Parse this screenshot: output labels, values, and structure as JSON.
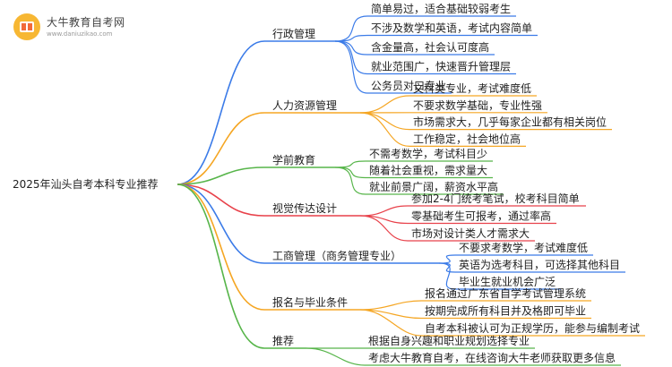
{
  "brand": {
    "title": "大牛教育自考网",
    "url": "www.daniuzikao.com"
  },
  "mindmap": {
    "root": "2025年汕头自考本科专业推荐",
    "branches": [
      {
        "label": "行政管理",
        "color": "#3b7be8",
        "leaves": [
          "简单易过，适合基础较弱考生",
          "不涉及数学和英语，考试内容简单",
          "含金量高，社会认可度高",
          "就业范围广，快速晋升管理层",
          "公务员对口专业"
        ]
      },
      {
        "label": "人力资源管理",
        "color": "#f5a623",
        "leaves": [
          "文科类专业，考试难度低",
          "不要求数学基础，专业性强",
          "市场需求大，几乎每家企业都有相关岗位",
          "工作稳定，社会地位高"
        ]
      },
      {
        "label": "学前教育",
        "color": "#57b54a",
        "leaves": [
          "不需考数学，考试科目少",
          "随着社会重视，需求量大",
          "就业前景广阔，薪资水平高"
        ]
      },
      {
        "label": "视觉传达设计",
        "color": "#e8414a",
        "leaves": [
          "参加2-4门统考笔试，校考科目简单",
          "零基础考生可报考，通过率高",
          "市场对设计类人才需求大"
        ]
      },
      {
        "label": "工商管理（商务管理专业）",
        "color": "#3b7be8",
        "leaves": [
          "不要求考数学，考试难度低",
          "英语为选考科目，可选择其他科目",
          "毕业生就业机会广泛"
        ]
      },
      {
        "label": "报名与毕业条件",
        "color": "#f5a623",
        "leaves": [
          "报名通过广东省自学考试管理系统",
          "按期完成所有科目并及格即可毕业",
          "自考本科被认可为正规学历，能参与编制考试"
        ]
      },
      {
        "label": "推荐",
        "color": "#57b54a",
        "leaves": [
          "根据自身兴趣和职业规划选择专业",
          "考虑大牛教育自考，在线咨询大牛老师获取更多信息"
        ]
      }
    ]
  }
}
